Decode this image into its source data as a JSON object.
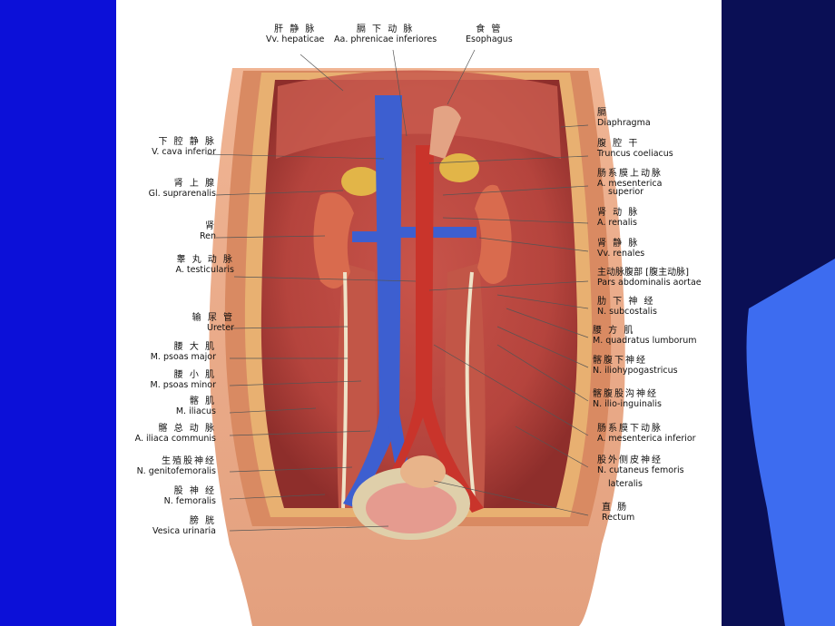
{
  "labels": {
    "top_hepatic": {
      "zh": "肝 静 脉",
      "la": "Vv. hepaticae"
    },
    "top_phrenic": {
      "zh": "膈 下 动 脉",
      "la": "Aa. phrenicae inferiores"
    },
    "top_esoph": {
      "zh": "食    管",
      "la": "Esophagus"
    },
    "l_ivc": {
      "zh": "下 腔 静 脉",
      "la": "V. cava inferior"
    },
    "l_supra": {
      "zh": "肾 上 腺",
      "la": "Gl. suprarenalis"
    },
    "l_ren": {
      "zh": "肾",
      "la": "Ren"
    },
    "l_testic": {
      "zh": "睾 丸 动 脉",
      "la": "A. testicularis"
    },
    "l_ureter": {
      "zh": "输 尿 管",
      "la": "Ureter"
    },
    "l_psoasmaj": {
      "zh": "腰 大 肌",
      "la": "M. psoas major"
    },
    "l_psoasmin": {
      "zh": "腰 小 肌",
      "la": "M. psoas minor"
    },
    "l_iliacus": {
      "zh": "髂 肌",
      "la": "M. iliacus"
    },
    "l_iliacom": {
      "zh": "髂 总 动 脉",
      "la": "A. iliaca communis"
    },
    "l_genito": {
      "zh": "生殖股神经",
      "la": "N. genitofemoralis"
    },
    "l_femoral": {
      "zh": "股 神 经",
      "la": "N. femoralis"
    },
    "l_vesica": {
      "zh": "膀 胱",
      "la": "Vesica urinaria"
    },
    "r_diaph": {
      "zh": "膈",
      "la": "Diaphragma"
    },
    "r_coeliac": {
      "zh": "腹 腔 干",
      "la": "Truncus coeliacus"
    },
    "r_messup": {
      "zh": "肠系膜上动脉",
      "la": "A. mesenterica",
      "la2": "superior"
    },
    "r_arenal": {
      "zh": "肾 动 脉",
      "la": "A. renalis"
    },
    "r_vrenal": {
      "zh": "肾 静 脉",
      "la": "Vv. renales"
    },
    "r_aorta": {
      "zh": "主动脉腹部 [腹主动脉]",
      "la": "Pars abdominalis aortae"
    },
    "r_subcost": {
      "zh": "肋 下 神 经",
      "la": "N. subcostalis"
    },
    "r_quadr": {
      "zh": "腰 方 肌",
      "la": "M. quadratus lumborum"
    },
    "r_iliohyp": {
      "zh": "髂腹下神经",
      "la": "N. iliohypogastricus"
    },
    "r_ilioing": {
      "zh": "髂腹股沟神经",
      "la": "N. ilio-inguinalis"
    },
    "r_mesinf": {
      "zh": "肠系膜下动脉",
      "la": "A. mesenterica inferior"
    },
    "r_cutan": {
      "zh": "股外侧皮神经",
      "la": "N. cutaneus femoris",
      "la2": "lateralis"
    },
    "r_rectum": {
      "zh": "直 肠",
      "la": "Rectum"
    }
  }
}
